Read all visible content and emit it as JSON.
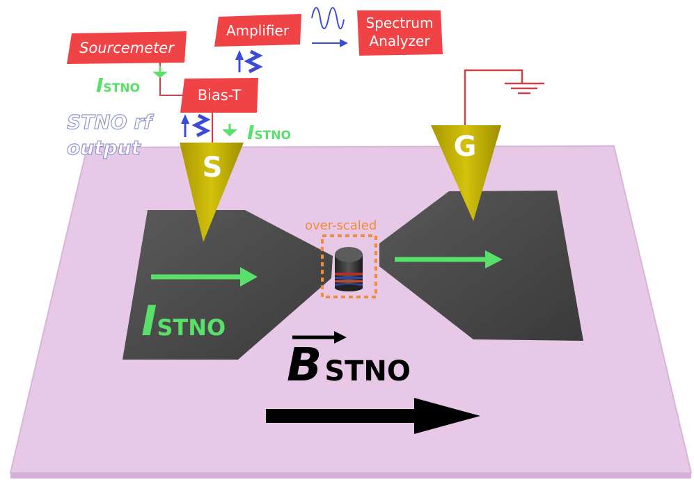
{
  "instruments": {
    "sourcemeter": "Sourcemeter",
    "amplifier": "Amplifier",
    "spectrum_line1": "Spectrum",
    "spectrum_line2": "Analyzer",
    "bias_t": "Bias-T"
  },
  "current": {
    "symbol": "I",
    "subscript": "STNO"
  },
  "rf_output": {
    "line1": "STNO rf",
    "line2": "output"
  },
  "probes": {
    "signal": "S",
    "ground": "G"
  },
  "device": {
    "overscaled_label": "over-scaled"
  },
  "field": {
    "symbol": "B",
    "subscript": "STNO"
  },
  "colors": {
    "instrument_box": "#ef4346",
    "substrate": "#e6c8e6",
    "pad": "#4a4a4a",
    "probe": "#c7b500",
    "current_green": "#58e06a",
    "rf_blue": "#3b4bd8",
    "overscaled_orange": "#f08a3c",
    "ground_wire": "#c9434a",
    "field_arrow": "#000000"
  }
}
